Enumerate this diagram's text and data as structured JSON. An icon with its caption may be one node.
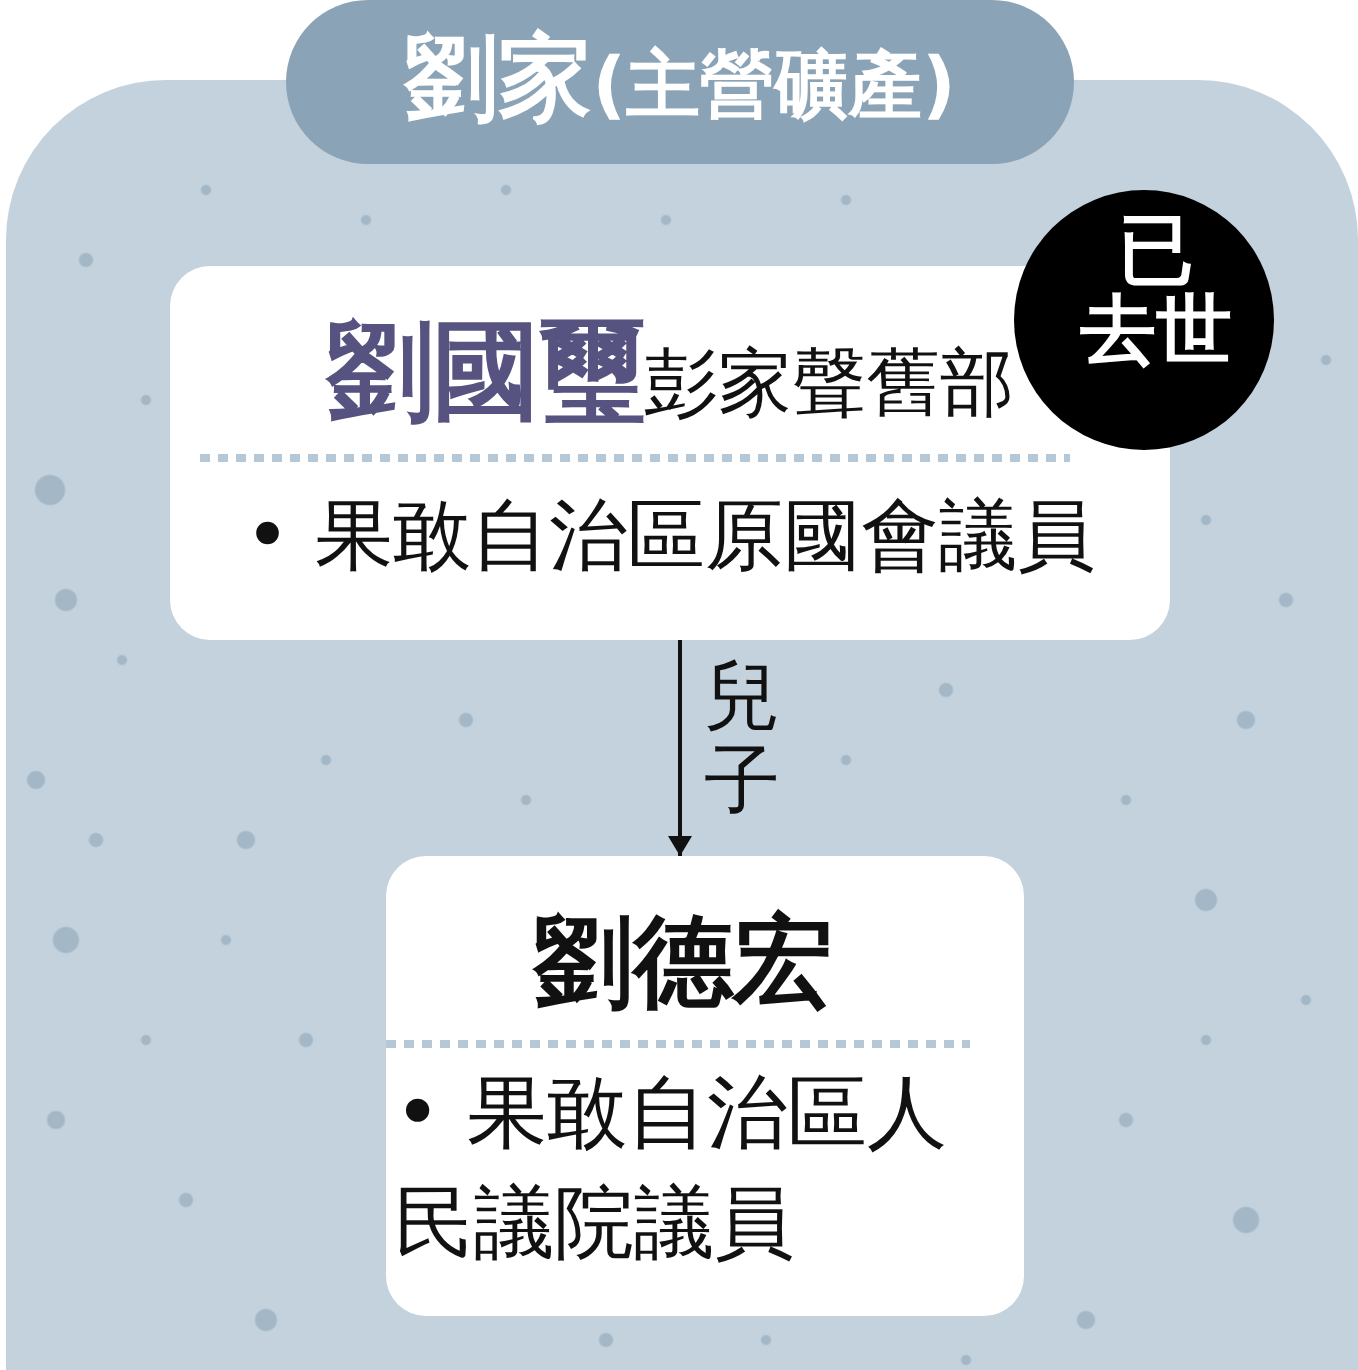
{
  "diagram": {
    "nodes": [
      {
        "text": [
          "劉家",
          "(主營礦產)"
        ]
      },
      {
        "text": [
          "劉國璽",
          "彭家聲舊部",
          "• 果敢自治區原國會議員"
        ],
        "in": 0
      },
      {
        "text": [
          "已去世"
        ],
        "in": 0
      },
      {
        "text": [
          "劉德宏",
          "• 果敢自治區人民議院議員"
        ],
        "in": 0
      }
    ],
    "edges": [
      {
        "from": 1,
        "to": 3,
        "arrow": "to",
        "label": "兒子"
      }
    ]
  }
}
